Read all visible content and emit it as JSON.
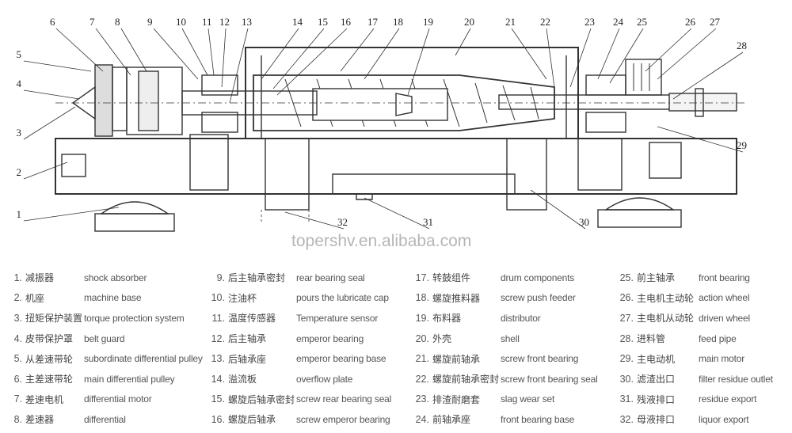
{
  "watermark": "topershv.en.alibaba.com",
  "callouts": [
    "1",
    "2",
    "3",
    "4",
    "5",
    "6",
    "7",
    "8",
    "9",
    "10",
    "11",
    "12",
    "13",
    "14",
    "15",
    "16",
    "17",
    "18",
    "19",
    "20",
    "21",
    "22",
    "23",
    "24",
    "25",
    "26",
    "27",
    "28",
    "29",
    "30",
    "31",
    "32"
  ],
  "legend": [
    {
      "num": "1.",
      "zh": "减振器",
      "en": "shock absorber"
    },
    {
      "num": "2.",
      "zh": "机座",
      "en": "machine base"
    },
    {
      "num": "3.",
      "zh": "扭矩保护装置",
      "en": "torque protection system"
    },
    {
      "num": "4.",
      "zh": "皮带保护罩",
      "en": "belt guard"
    },
    {
      "num": "5.",
      "zh": "从差速带轮",
      "en": "subordinate differential pulley"
    },
    {
      "num": "6.",
      "zh": "主差速带轮",
      "en": "main differential pulley"
    },
    {
      "num": "7.",
      "zh": "差速电机",
      "en": "differential motor"
    },
    {
      "num": "8.",
      "zh": "差速器",
      "en": "differential"
    },
    {
      "num": "9.",
      "zh": "后主轴承密封",
      "en": "rear bearing seal"
    },
    {
      "num": "10.",
      "zh": "注油杯",
      "en": "pours the lubricate cap"
    },
    {
      "num": "11.",
      "zh": "温度传感器",
      "en": "Temperature sensor"
    },
    {
      "num": "12.",
      "zh": "后主轴承",
      "en": "emperor bearing"
    },
    {
      "num": "13.",
      "zh": "后轴承座",
      "en": "emperor bearing base"
    },
    {
      "num": "14.",
      "zh": "溢流板",
      "en": "overflow plate"
    },
    {
      "num": "15.",
      "zh": "螺旋后轴承密封",
      "en": "screw rear bearing seal"
    },
    {
      "num": "16.",
      "zh": "螺旋后轴承",
      "en": "screw emperor bearing"
    },
    {
      "num": "17.",
      "zh": "转鼓组件",
      "en": "drum components"
    },
    {
      "num": "18.",
      "zh": "螺旋推料器",
      "en": "screw push feeder"
    },
    {
      "num": "19.",
      "zh": "布料器",
      "en": "distributor"
    },
    {
      "num": "20.",
      "zh": "外壳",
      "en": "shell"
    },
    {
      "num": "21.",
      "zh": "螺旋前轴承",
      "en": "screw front bearing"
    },
    {
      "num": "22.",
      "zh": "螺旋前轴承密封",
      "en": "screw front bearing seal"
    },
    {
      "num": "23.",
      "zh": "排渣耐磨套",
      "en": "slag wear set"
    },
    {
      "num": "24.",
      "zh": "前轴承座",
      "en": "front bearing base"
    },
    {
      "num": "25.",
      "zh": "前主轴承",
      "en": "front bearing"
    },
    {
      "num": "26.",
      "zh": "主电机主动轮",
      "en": "action wheel"
    },
    {
      "num": "27.",
      "zh": "主电机从动轮",
      "en": "driven wheel"
    },
    {
      "num": "28.",
      "zh": "进料管",
      "en": "feed pipe"
    },
    {
      "num": "29.",
      "zh": "主电动机",
      "en": "main motor"
    },
    {
      "num": "30.",
      "zh": "滤渣出口",
      "en": "filter residue outlet"
    },
    {
      "num": "31.",
      "zh": "残液排口",
      "en": "residue export"
    },
    {
      "num": "32.",
      "zh": "母液排口",
      "en": "liquor export"
    }
  ]
}
